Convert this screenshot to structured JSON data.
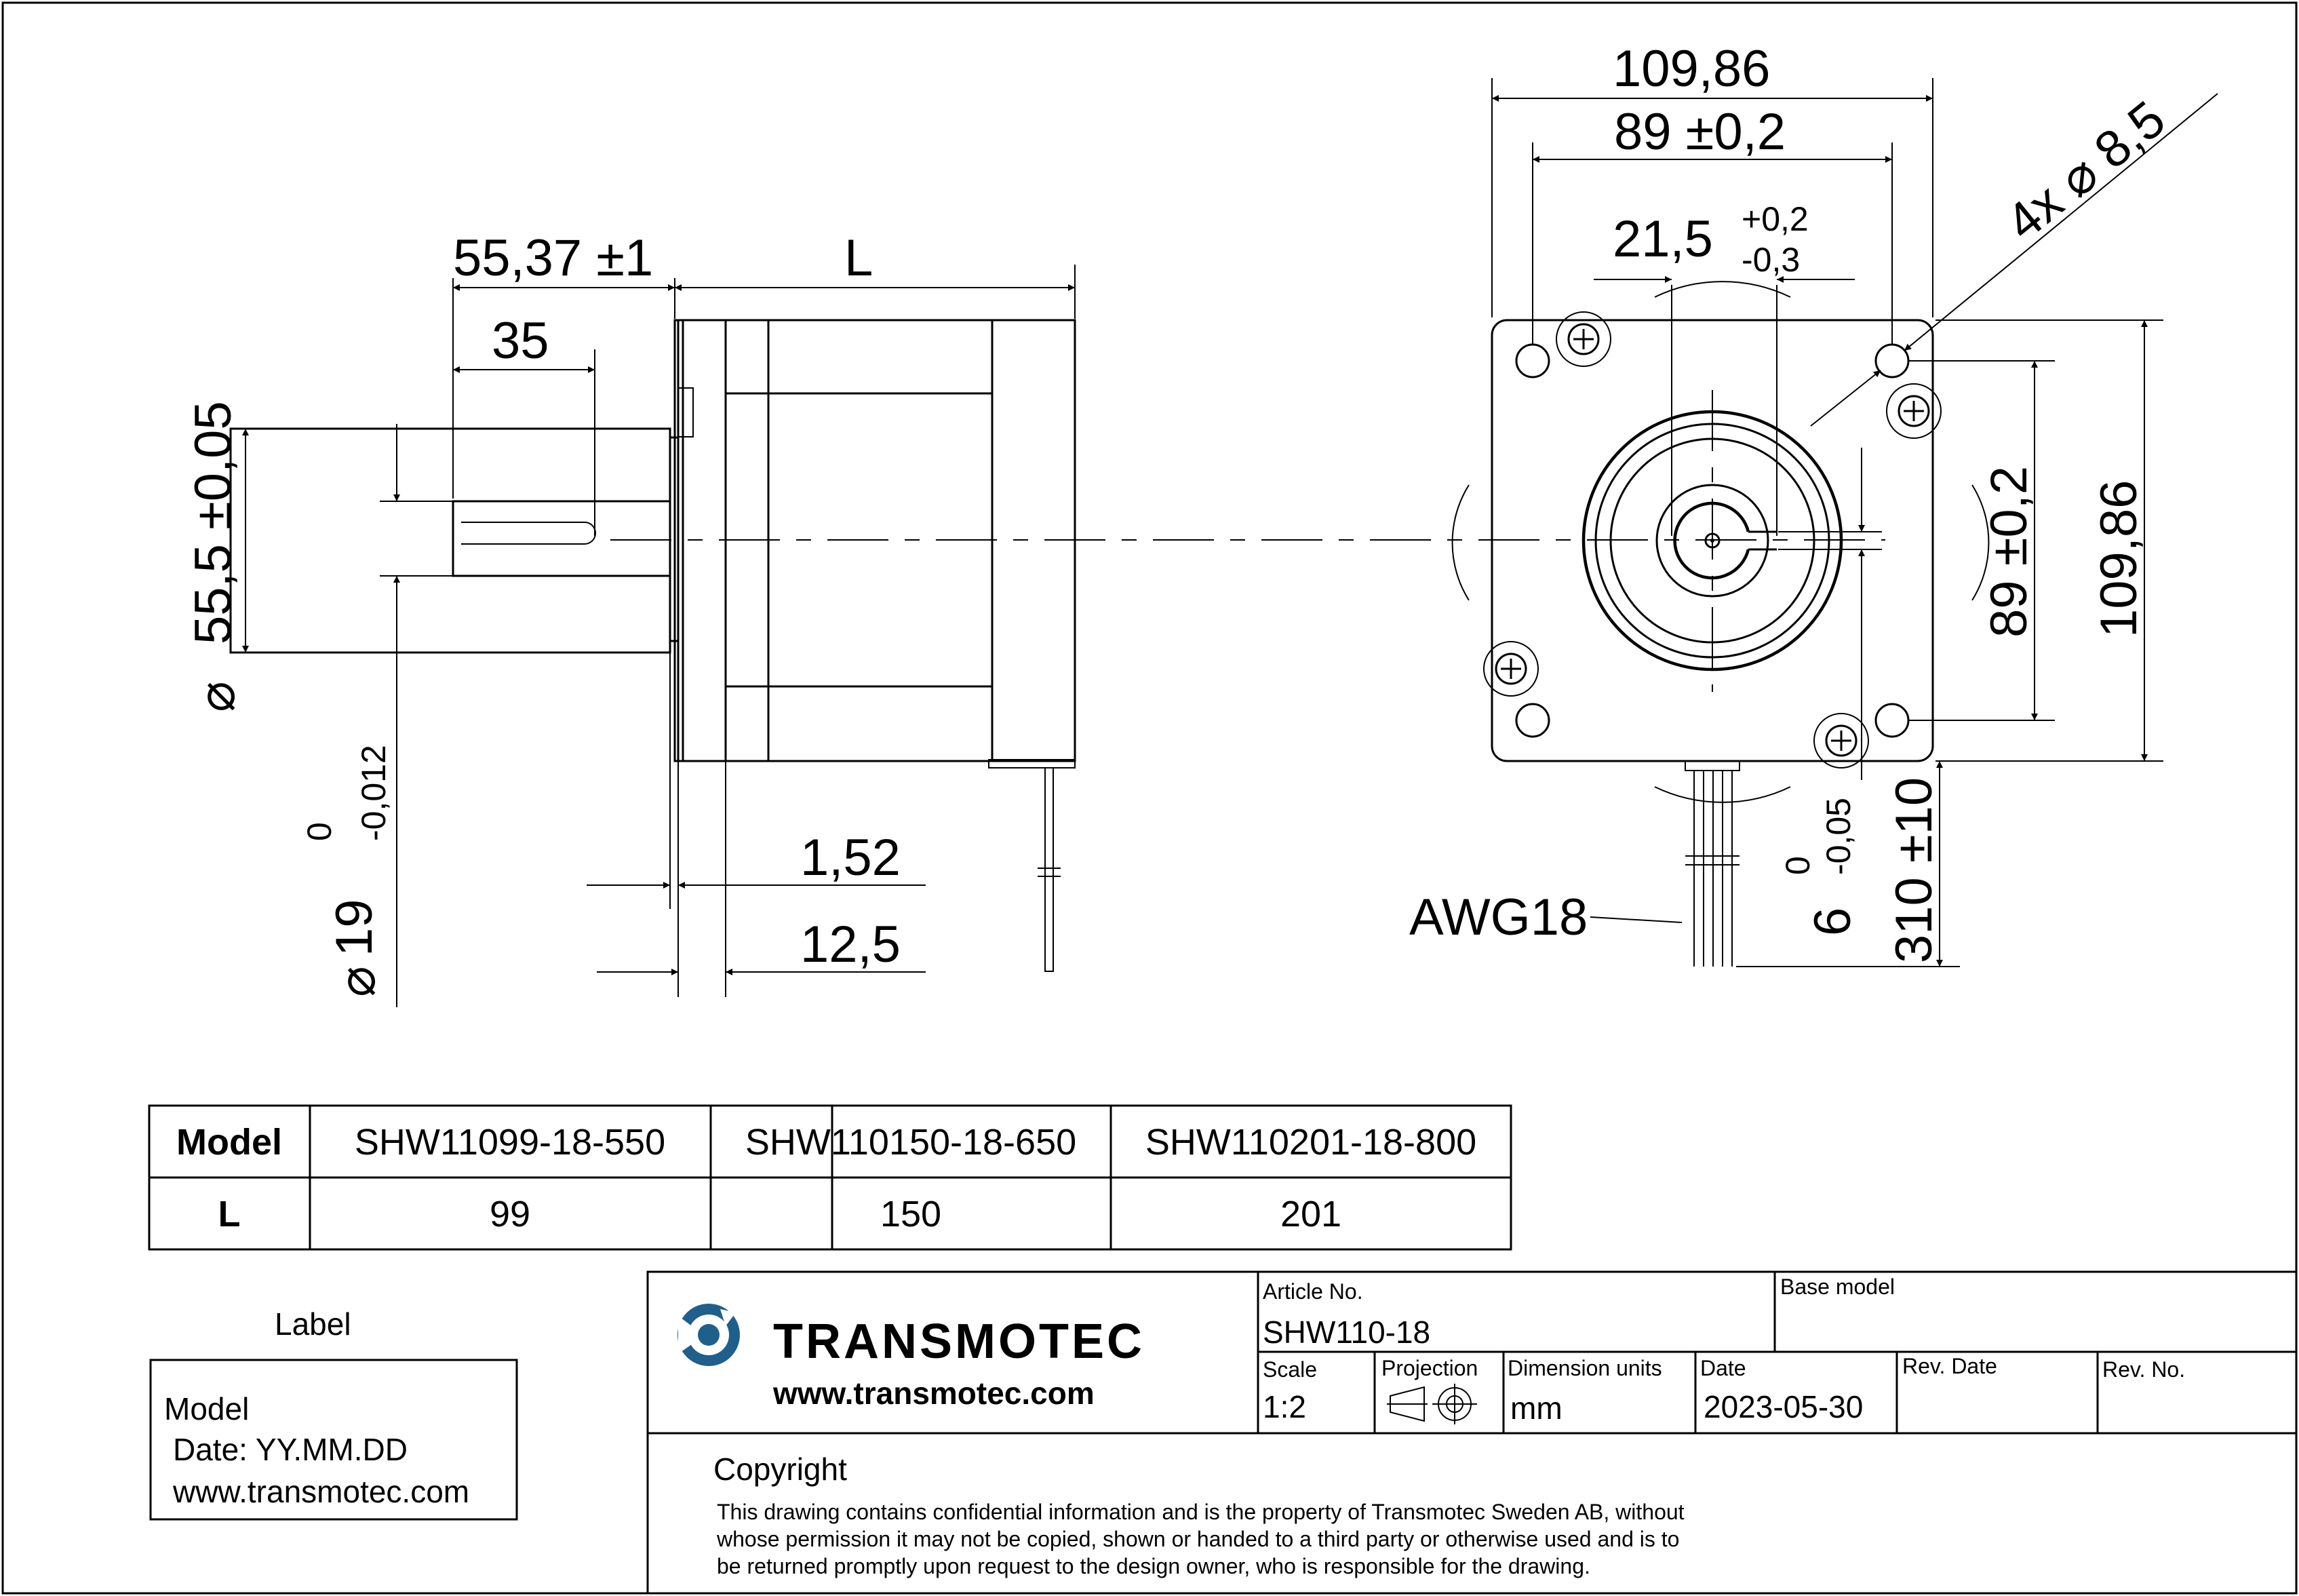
{
  "side_view": {
    "dim_overall_length": "55,37 ±1",
    "dim_body_length": "L",
    "dim_shaft_length": "35",
    "dim_pilot_diameter": "55,5 ±0,05",
    "dim_pilot_diameter_symbol": "⌀",
    "dim_shaft_diameter": "19",
    "dim_shaft_diameter_symbol": "⌀",
    "dim_shaft_tol_upper": "0",
    "dim_shaft_tol_lower": "-0,012",
    "dim_flange_thickness": "1,52",
    "dim_flange_width": "12,5"
  },
  "front_view": {
    "dim_overall_width": "109,86",
    "dim_hole_spacing": "89 ±0,2",
    "dim_key_width": "21,5",
    "dim_key_tol_upper": "+0,2",
    "dim_key_tol_lower": "-0,3",
    "dim_holes": "4x ⌀ 8,5",
    "dim_hole_spacing_vertical": "89 ±0,2",
    "dim_overall_height": "109,86",
    "dim_flat": "6",
    "dim_flat_tol_upper": "0",
    "dim_flat_tol_lower": "-0,05",
    "dim_lead_length": "310 ±10",
    "wire_gauge": "AWG18"
  },
  "model_table": {
    "header_label": "Model",
    "row_label": "L",
    "models": [
      "SHW11099-18-550",
      "SHW110150-18-650",
      "SHW110201-18-800"
    ],
    "lengths": [
      "99",
      "150",
      "201"
    ]
  },
  "label_box": {
    "title": "Label",
    "line1": "Model",
    "line2": "Date: YY.MM.DD",
    "line3": "www.transmotec.com"
  },
  "title_block": {
    "brand": "TRANSMOTEC",
    "website": "www.transmotec.com",
    "article_no_label": "Article No.",
    "article_no": "SHW110-18",
    "base_model_label": "Base model",
    "scale_label": "Scale",
    "scale": "1:2",
    "projection_label": "Projection",
    "dimension_units_label": "Dimension units",
    "dimension_units": "mm",
    "date_label": "Date",
    "date": "2023-05-30",
    "rev_date_label": "Rev. Date",
    "rev_no_label": "Rev. No.",
    "copyright_title": "Copyright",
    "copyright_line1": "This drawing contains confidential information and is the property of Transmotec Sweden AB, without",
    "copyright_line2": "whose permission it may not be copied, shown or handed to a third party or otherwise used and is to",
    "copyright_line3": "be returned promptly upon request to the design owner, who is responsible for the drawing.",
    "logo_color": "#1f5f8c"
  }
}
